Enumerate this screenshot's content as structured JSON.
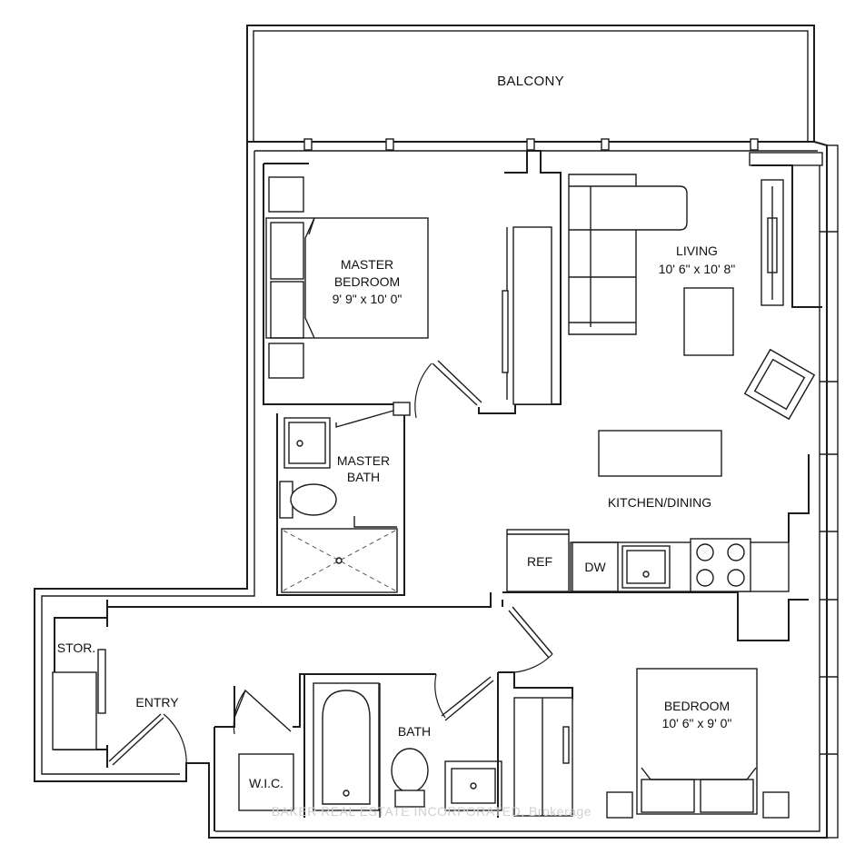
{
  "rooms": {
    "balcony": {
      "name": "BALCONY"
    },
    "master_bedroom": {
      "name_line1": "MASTER",
      "name_line2": "BEDROOM",
      "dims": "9' 9\" x 10' 0\""
    },
    "living": {
      "name": "LIVING",
      "dims": "10' 6\" x 10' 8\""
    },
    "master_bath": {
      "name_line1": "MASTER",
      "name_line2": "BATH"
    },
    "kitchen_dining": {
      "name": "KITCHEN/DINING"
    },
    "ref": {
      "name": "REF"
    },
    "dw": {
      "name": "DW"
    },
    "storage": {
      "name": "STOR."
    },
    "entry": {
      "name": "ENTRY"
    },
    "bath": {
      "name": "BATH"
    },
    "wic": {
      "name": "W.I.C."
    },
    "bedroom": {
      "name": "BEDROOM",
      "dims": "10' 6\" x 9' 0\""
    }
  },
  "watermark": "BAKER REAL ESTATE INCORPORATED, Brokerage"
}
